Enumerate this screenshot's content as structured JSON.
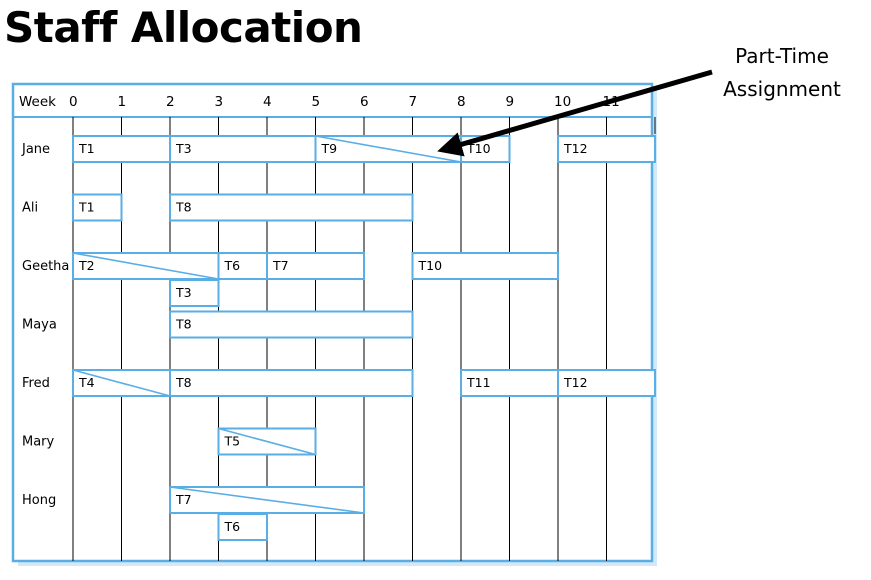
{
  "title": "Staff Allocation",
  "callout": {
    "line1": "Part-Time",
    "line2": "Assignment"
  },
  "header_label": "Week",
  "weeks": [
    "0",
    "1",
    "2",
    "3",
    "4",
    "5",
    "6",
    "7",
    "8",
    "9",
    "10",
    "11"
  ],
  "colors": {
    "frame": "#5aaee6",
    "task": "#5aaee6",
    "grid": "#000000",
    "arrow": "#000000"
  },
  "staff": [
    {
      "name": "Jane",
      "lanes": [
        [
          {
            "task": "T1",
            "start": 0,
            "end": 2
          },
          {
            "task": "T3",
            "start": 2,
            "end": 5
          },
          {
            "task": "T9",
            "start": 5,
            "end": 8,
            "part_time": true
          },
          {
            "task": "T10",
            "start": 8,
            "end": 9
          },
          {
            "task": "T12",
            "start": 10,
            "end": 12
          }
        ]
      ]
    },
    {
      "name": "Ali",
      "lanes": [
        [
          {
            "task": "T1",
            "start": 0,
            "end": 1
          },
          {
            "task": "T8",
            "start": 2,
            "end": 7
          }
        ]
      ]
    },
    {
      "name": "Geetha",
      "lanes": [
        [
          {
            "task": "T2",
            "start": 0,
            "end": 3,
            "part_time": true
          },
          {
            "task": "T6",
            "start": 3,
            "end": 4
          },
          {
            "task": "T7",
            "start": 4,
            "end": 6
          },
          {
            "task": "T10",
            "start": 7,
            "end": 10
          }
        ],
        [
          {
            "task": "T3",
            "start": 2,
            "end": 3
          }
        ]
      ]
    },
    {
      "name": "Maya",
      "lanes": [
        [
          {
            "task": "T8",
            "start": 2,
            "end": 7
          }
        ]
      ]
    },
    {
      "name": "Fred",
      "lanes": [
        [
          {
            "task": "T4",
            "start": 0,
            "end": 2,
            "part_time": true
          },
          {
            "task": "T8",
            "start": 2,
            "end": 7
          },
          {
            "task": "T11",
            "start": 8,
            "end": 10
          },
          {
            "task": "T12",
            "start": 10,
            "end": 12
          }
        ]
      ]
    },
    {
      "name": "Mary",
      "lanes": [
        [
          {
            "task": "T5",
            "start": 3,
            "end": 5,
            "part_time": true
          }
        ]
      ]
    },
    {
      "name": "Hong",
      "lanes": [
        [
          {
            "task": "T7",
            "start": 2,
            "end": 6,
            "part_time": true
          }
        ],
        [
          {
            "task": "T6",
            "start": 3,
            "end": 4
          }
        ]
      ]
    }
  ]
}
